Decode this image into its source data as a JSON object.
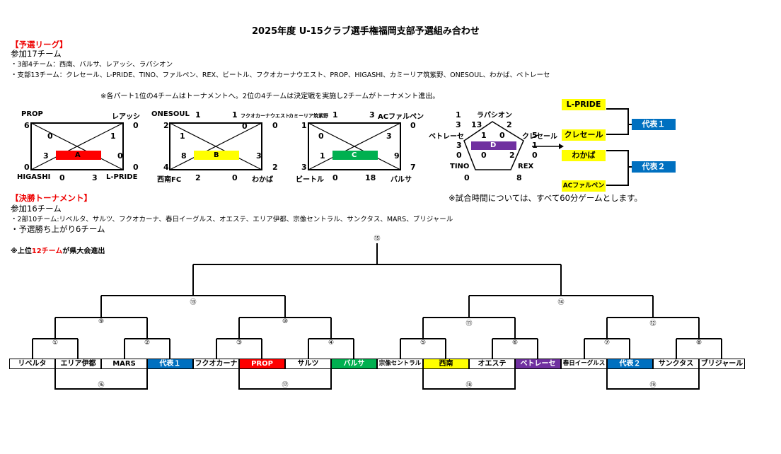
{
  "title": "2025年度 U-15クラブ選手権福岡支部予選組み合わせ",
  "league": {
    "heading": "【予選リーグ】",
    "participants": "参加17チーム",
    "line1": "・3部4チーム：西南、バルサ、レアッシ、ラパシオン",
    "line2": "・支部13チーム：クレセール、L-PRIDE、TINO、ファルペン、REX、ビートル、フクオカーナウエスト、PROP、HIGASHI、カミーリア筑紫野、ONESOUL、わかば、ベトレーセ",
    "note": "※各パート1位の4チームはトーナメントへ。2位の4チームは決定戦を実施し2チームがトーナメント進出。",
    "groups": [
      {
        "name": "A",
        "tl": "PROP",
        "tr": "レアッシ",
        "bl": "HIGASHI",
        "br": "L-PRIDE",
        "n_tl_left": "6",
        "n_tr_right": "0",
        "n_bl_left": "0",
        "n_br_right": "0",
        "n_top_left": "0",
        "n_top_right": "1",
        "n_mid_left": "3",
        "n_mid_right": "0",
        "n_bottom_left": "0",
        "n_bottom_right": "3"
      },
      {
        "name": "B",
        "tl": "ONESOUL",
        "tl_score": "1",
        "tr": "フクオカーナウエスト",
        "tr_score": "1",
        "bl": "西南FC",
        "br": "わかば",
        "n_tl_left": "2",
        "n_tr_right": "0",
        "n_bl_left": "4",
        "n_br_right": "2",
        "n_top_left": "1",
        "n_top_right": "0",
        "n_mid_left": "8",
        "n_mid_right": "3",
        "n_bottom_left": "2",
        "n_bottom_right": "0"
      },
      {
        "name": "C",
        "tl": "カミーリア筑紫野",
        "tl_score": "1",
        "tr": "ACファルペン",
        "tr_score": "3",
        "bl": "ビートル",
        "br": "バルサ",
        "n_tl_left": "1",
        "n_tr_right": "0",
        "n_bl_left": "3",
        "n_br_right": "7",
        "n_top_left": "0",
        "n_top_right": "3",
        "n_mid_left": "1",
        "n_mid_right": "9",
        "n_bottom_left": "0",
        "n_bottom_right": "18"
      }
    ],
    "group_d": {
      "name": "D",
      "top": "ラパシオン",
      "left": "ベトレーセ",
      "right": "クレセール",
      "bl": "TINO",
      "br": "REX",
      "n1": "1",
      "n2": "3",
      "n3": "13",
      "n4": "2",
      "n5": "1",
      "n6": "0",
      "n7": "3",
      "n8": "0",
      "n9": "2",
      "n10": "5",
      "n11": "0",
      "n12": "0",
      "n13": "1",
      "n14": "0",
      "n15": "8"
    },
    "rep_bracket": {
      "teams": [
        "L-PRIDE",
        "クレセール",
        "わかば",
        "ACファルペン"
      ],
      "rep1": "代表１",
      "rep2": "代表２"
    },
    "time_note": "※試合時間については、すべて60分ゲームとします。"
  },
  "tournament": {
    "heading": "【決勝トーナメント】",
    "participants": "参加16チーム",
    "line1": "・2部10チーム:リベルタ、サルツ、フクオカーナ、春日イーグルス、オエステ、エリア伊都、宗像セントラル、サンクタス、MARS、ブリジャール",
    "line2": "・予選勝ち上がり6チーム",
    "advance_note_prefix": "※上位",
    "advance_note_red": "12チーム",
    "advance_note_suffix": "が県大会進出",
    "teams": [
      "リベルタ",
      "エリア伊都",
      "MARS",
      "代表１",
      "フクオカーナ",
      "PROP",
      "サルツ",
      "バルサ",
      "宗像セントラル",
      "西南",
      "オエステ",
      "ベトレーセ",
      "春日イーグルス",
      "代表２",
      "サンクタス",
      "ブリジャール"
    ],
    "match_labels": [
      "①",
      "②",
      "③",
      "④",
      "⑤",
      "⑥",
      "⑦",
      "⑧",
      "⑨",
      "⑩",
      "⑪",
      "⑫",
      "⑬",
      "⑭",
      "⑮",
      "⑯",
      "⑰",
      "⑱",
      "⑲"
    ]
  }
}
